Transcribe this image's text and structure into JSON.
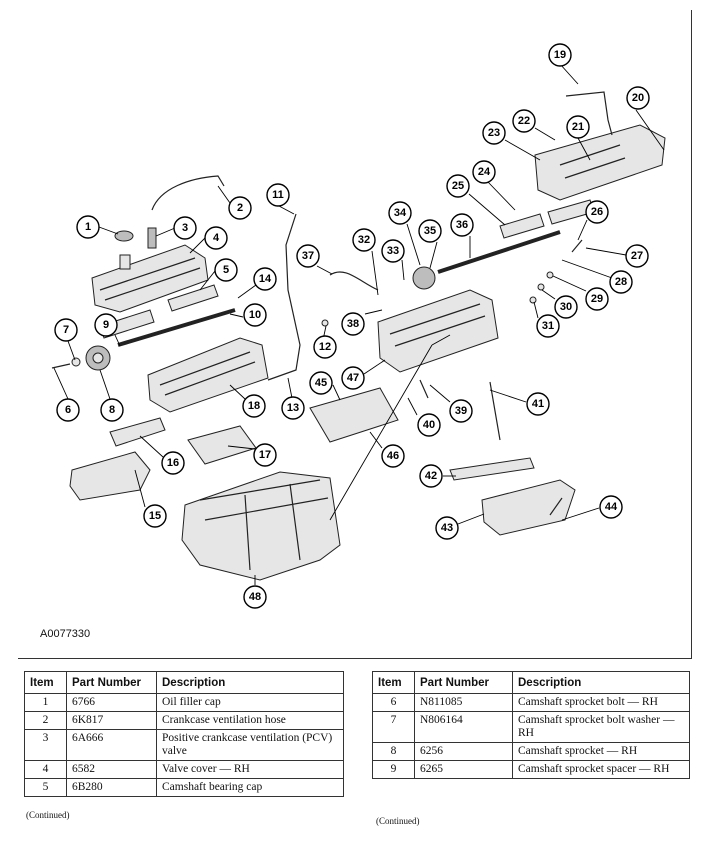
{
  "figure": {
    "id": "A0077330",
    "callouts": [
      "1",
      "2",
      "3",
      "4",
      "5",
      "6",
      "7",
      "8",
      "9",
      "10",
      "11",
      "12",
      "13",
      "14",
      "15",
      "16",
      "17",
      "18",
      "19",
      "20",
      "21",
      "22",
      "23",
      "24",
      "25",
      "26",
      "27",
      "28",
      "29",
      "30",
      "31",
      "32",
      "33",
      "34",
      "35",
      "36",
      "37",
      "38",
      "39",
      "40",
      "41",
      "42",
      "43",
      "44",
      "45",
      "46",
      "47",
      "48"
    ]
  },
  "tables": {
    "left": {
      "headers": [
        "Item",
        "Part Number",
        "Description"
      ],
      "rows": [
        {
          "item": "1",
          "part": "6766",
          "desc": "Oil filler cap"
        },
        {
          "item": "2",
          "part": "6K817",
          "desc": "Crankcase ventilation hose"
        },
        {
          "item": "3",
          "part": "6A666",
          "desc": "Positive crankcase ventilation (PCV) valve"
        },
        {
          "item": "4",
          "part": "6582",
          "desc": "Valve cover — RH"
        },
        {
          "item": "5",
          "part": "6B280",
          "desc": "Camshaft bearing cap"
        }
      ],
      "continued": "(Continued)"
    },
    "right": {
      "headers": [
        "Item",
        "Part Number",
        "Description"
      ],
      "rows": [
        {
          "item": "6",
          "part": "N811085",
          "desc": "Camshaft sprocket bolt — RH"
        },
        {
          "item": "7",
          "part": "N806164",
          "desc": "Camshaft sprocket bolt washer — RH"
        },
        {
          "item": "8",
          "part": "6256",
          "desc": "Camshaft sprocket — RH"
        },
        {
          "item": "9",
          "part": "6265",
          "desc": "Camshaft sprocket spacer — RH"
        }
      ],
      "continued": "(Continued)"
    }
  }
}
